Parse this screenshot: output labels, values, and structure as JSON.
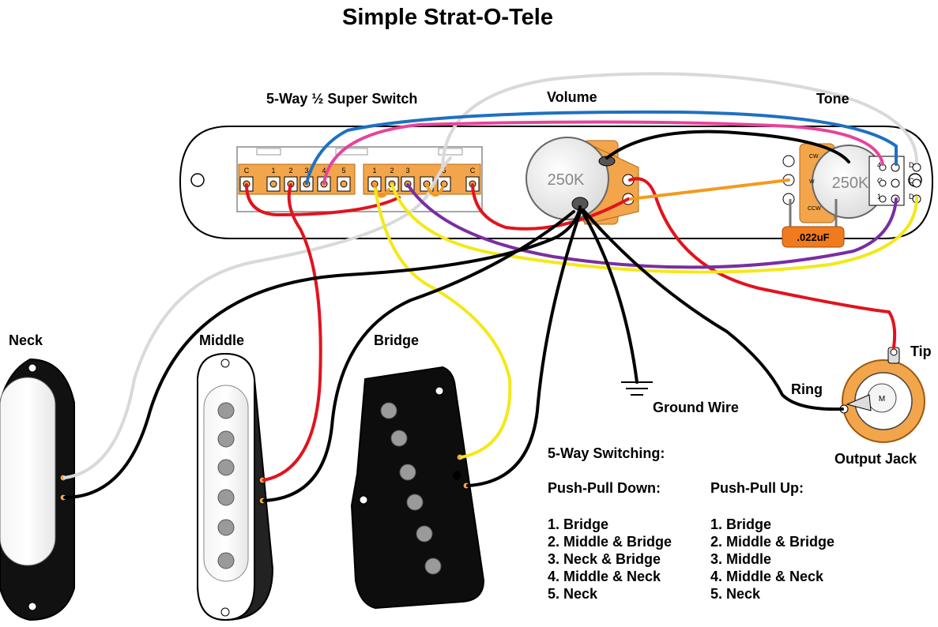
{
  "title": "Simple Strat-O-Tele",
  "labels": {
    "switch": "5-Way ½ Super Switch",
    "volume": "Volume",
    "tone": "Tone",
    "neck": "Neck",
    "middle": "Middle",
    "bridge": "Bridge",
    "ground": "Ground Wire",
    "ring": "Ring",
    "tip": "Tip",
    "jack": "Output Jack",
    "jack_letter": "M"
  },
  "pots": {
    "volume_value": "250K",
    "tone_value": "250K",
    "capacitor": ".022uF",
    "tone_side_letters": [
      "CW",
      "W",
      "CCW"
    ],
    "pushpull_rows": [
      "4",
      "C",
      "1"
    ],
    "pushpull_right": [
      "D",
      "C",
      "D"
    ]
  },
  "switch_terminals": {
    "left": [
      "C",
      "1",
      "2",
      "3",
      "4",
      "5"
    ],
    "right": [
      "1",
      "2",
      "3",
      "5",
      "C"
    ]
  },
  "switching": {
    "heading": "5-Way Switching:",
    "down_heading": "Push-Pull Down:",
    "down": [
      "1. Bridge",
      "2. Middle & Bridge",
      "3. Neck & Bridge",
      "4. Middle & Neck",
      "5. Neck"
    ],
    "up_heading": "Push-Pull Up:",
    "up": [
      "1. Bridge",
      "2. Middle & Bridge",
      "3. Middle",
      "4. Middle & Neck",
      "5. Neck"
    ]
  },
  "wire_colors": {
    "black": "#000000",
    "red": "#e0141e",
    "yellow": "#f4e81a",
    "white": "#d9d9d9",
    "blue": "#1f70c1",
    "pink": "#e8439b",
    "purple": "#7a2ea0",
    "orange": "#f39a1e",
    "pot_orange": "#f2a54a",
    "cap_orange": "#f07a1e"
  }
}
